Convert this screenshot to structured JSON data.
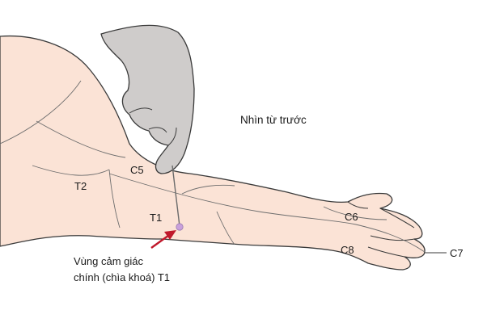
{
  "view_label": "Nhìn từ trước",
  "dermatomes": {
    "t2": "T2",
    "c5": "C5",
    "t1": "T1",
    "c6": "C6",
    "c8": "C8",
    "c7": "C7"
  },
  "key_sensory_area": {
    "line1": "Vùng cảm giác",
    "line2": "chính (chìa khoá) T1"
  },
  "colors": {
    "skin": "#fbe3d6",
    "outline": "#3a3a3a",
    "pin_marker": "#c9a0dc",
    "arrow": "#c0182b"
  }
}
